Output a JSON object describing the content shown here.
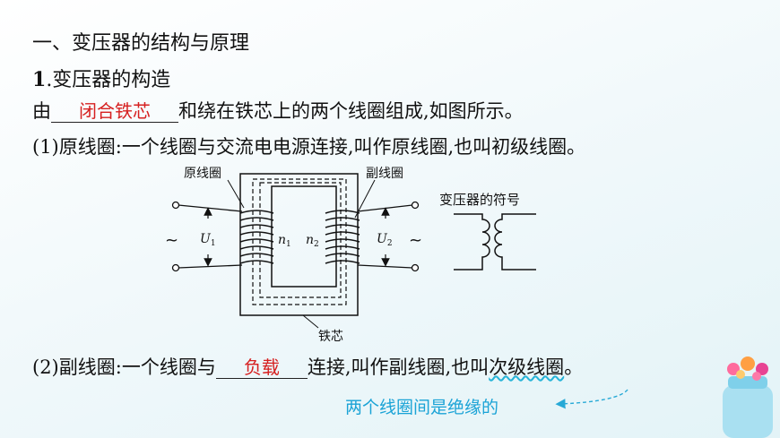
{
  "heading": "一、变压器的结构与原理",
  "subheading": {
    "num": "1",
    "text": ".变压器的构造"
  },
  "para1": {
    "pre": "由",
    "answer": "闭合铁芯",
    "post": "和绕在铁芯上的两个线圈组成,如图所示。"
  },
  "para2": "(1)原线圈:一个线圈与交流电电源连接,叫作原线圈,也叫初级线圈。",
  "para3": {
    "pre": "(2)副线圈:一个线圈与",
    "answer": "负载",
    "mid": "连接,叫作副线圈,也叫",
    "emph": "次级线圈",
    "post": "。"
  },
  "note": "两个线圈间是绝缘的",
  "diagram": {
    "primary_coil": "原线圈",
    "secondary_coil": "副线圈",
    "core": "铁芯",
    "symbol_title": "变压器的符号",
    "n1": "n",
    "n1_sub": "1",
    "n2": "n",
    "n2_sub": "2",
    "u1": "U",
    "u1_sub": "1",
    "u2": "U",
    "u2_sub": "2",
    "ac_left": "~",
    "ac_right": "~"
  }
}
